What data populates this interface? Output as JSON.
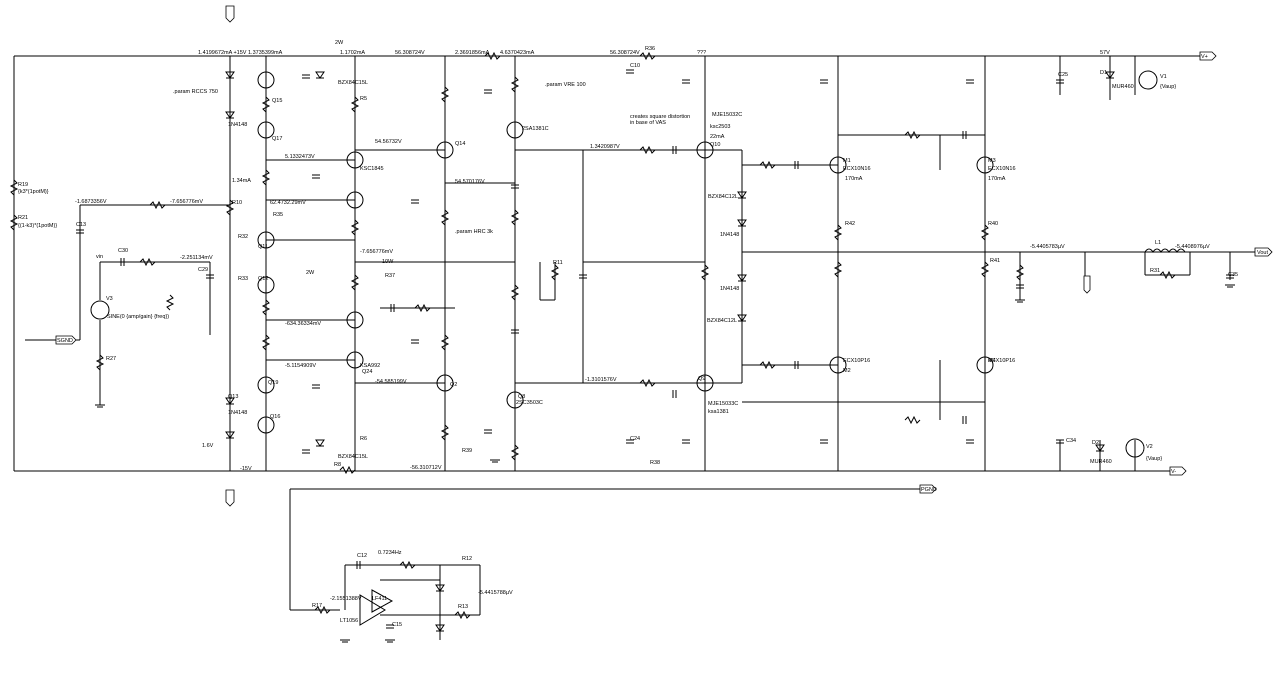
{
  "schematic": {
    "labels": [
      {
        "id": "v_left",
        "text": "1.4199672mA  +15V  1.3735399mA"
      },
      {
        "id": "i_d1",
        "text": "2W"
      },
      {
        "id": "n1",
        "text": "1.1702mA"
      },
      {
        "id": "n2",
        "text": "56.308724V"
      },
      {
        "id": "n3",
        "text": "2.3691856mA"
      },
      {
        "id": "n4",
        "text": "4.6370423mA"
      },
      {
        "id": "n5",
        "text": "56.308724V"
      },
      {
        "id": "r36",
        "text": "R36"
      },
      {
        "id": "q3mark",
        "text": "???"
      },
      {
        "id": "v57",
        "text": "57V"
      },
      {
        "id": "flag_vplus",
        "text": "V+"
      },
      {
        "id": "flag_vminus",
        "text": "V-"
      },
      {
        "id": "flag_vout",
        "text": "Vout"
      },
      {
        "id": "flag_sgnd",
        "text": "SGND"
      },
      {
        "id": "flag_pgnd",
        "text": "PGND"
      },
      {
        "id": "param1",
        "text": ".param RCCS 750"
      },
      {
        "id": "param2",
        "text": ".param VRE 100"
      },
      {
        "id": "param3",
        "text": ".param HRC 3k"
      },
      {
        "id": "note",
        "text": "creates square distortion"
      },
      {
        "id": "note2",
        "text": "in base of VAS"
      },
      {
        "id": "v1",
        "text": "-1.6873356V"
      },
      {
        "id": "v2",
        "text": "-7.656776mV"
      },
      {
        "id": "v3",
        "text": "-2.251134mV"
      },
      {
        "id": "v4",
        "text": "5.1332473V"
      },
      {
        "id": "v5",
        "text": "62.4732.29mV"
      },
      {
        "id": "v6",
        "text": "-7.656776mV"
      },
      {
        "id": "v7",
        "text": "54.56732V"
      },
      {
        "id": "v8",
        "text": "54.570176V"
      },
      {
        "id": "v9",
        "text": "1.3420987V"
      },
      {
        "id": "v10",
        "text": "-634.36334mV"
      },
      {
        "id": "v11",
        "text": "-5.1154909V"
      },
      {
        "id": "v12",
        "text": "-54.585199V"
      },
      {
        "id": "v13",
        "text": "-1.3101576V"
      },
      {
        "id": "v14",
        "text": "-56.310712V"
      },
      {
        "id": "v15",
        "text": "-5.4405783µV"
      },
      {
        "id": "v16",
        "text": "-5.4408976µV"
      },
      {
        "id": "v17",
        "text": "0.7234Hz"
      },
      {
        "id": "v18",
        "text": "-5.4415788µV"
      },
      {
        "id": "v19",
        "text": "-2.1551388V"
      },
      {
        "id": "i1",
        "text": "1.34mA"
      },
      {
        "id": "i2",
        "text": "22mA"
      },
      {
        "id": "i3",
        "text": "170mA"
      },
      {
        "id": "i4",
        "text": "170mA"
      },
      {
        "id": "lf411",
        "text": "LF411"
      },
      {
        "id": "lt1056",
        "text": "LT1056"
      },
      {
        "id": "sine",
        "text": "SINE(0 {amp/gain} {freq})"
      },
      {
        "id": "vaup1",
        "text": "{Vaup}"
      },
      {
        "id": "vaup2",
        "text": "{Vaup}"
      },
      {
        "id": "mur1",
        "text": "MUR460"
      },
      {
        "id": "mur2",
        "text": "MUR460"
      },
      {
        "id": "ecx1",
        "text": "ECX10N16"
      },
      {
        "id": "ecx2",
        "text": "ECX10N16"
      },
      {
        "id": "ecx3",
        "text": "ECX10P16"
      },
      {
        "id": "ecx4",
        "text": "ECX10P16"
      },
      {
        "id": "mje1",
        "text": "MJE15032C"
      },
      {
        "id": "mje2",
        "text": "MJE15033C"
      },
      {
        "id": "ksc",
        "text": "ksc2503"
      },
      {
        "id": "ksa",
        "text": "ksa1381"
      },
      {
        "id": "q14",
        "text": "Q14"
      },
      {
        "id": "q8",
        "text": "Q8"
      },
      {
        "id": "q2",
        "text": "Q2"
      },
      {
        "id": "q10",
        "text": "Q10"
      },
      {
        "id": "q9",
        "text": "Q9"
      },
      {
        "id": "q11",
        "text": "Q11"
      },
      {
        "id": "q12",
        "text": "Q12"
      },
      {
        "id": "q13",
        "text": "Q13"
      },
      {
        "id": "q15",
        "text": "Q15"
      },
      {
        "id": "q16",
        "text": "Q16"
      },
      {
        "id": "q17",
        "text": "Q17"
      },
      {
        "id": "q19",
        "text": "Q19"
      },
      {
        "id": "q24",
        "text": "Q24"
      },
      {
        "id": "qa",
        "text": "KSA992"
      },
      {
        "id": "qb",
        "text": "KSC1845"
      },
      {
        "id": "bzx1",
        "text": "BZX84C15L"
      },
      {
        "id": "bzx2",
        "text": "BZX84C15L"
      },
      {
        "id": "bzx3",
        "text": "BZX84C12L"
      },
      {
        "id": "bzx4",
        "text": "BZX84C12L"
      },
      {
        "id": "n4148a",
        "text": "1N4148"
      },
      {
        "id": "n4148b",
        "text": "1N4148"
      },
      {
        "id": "n4148c",
        "text": "1N4148"
      },
      {
        "id": "n4148d",
        "text": "1N4148"
      },
      {
        "id": "sa",
        "text": "2SA1381C"
      },
      {
        "id": "sc",
        "text": "2SC3503C"
      },
      {
        "id": "m1",
        "text": "M1"
      },
      {
        "id": "m2",
        "text": "M2"
      },
      {
        "id": "m3",
        "text": "M3"
      },
      {
        "id": "m4",
        "text": "M4"
      },
      {
        "id": "l1",
        "text": "L1"
      },
      {
        "id": "r31",
        "text": "R31"
      },
      {
        "id": "r32",
        "text": "R32"
      },
      {
        "id": "r33",
        "text": "R33"
      },
      {
        "id": "r35",
        "text": "R35"
      },
      {
        "id": "r37",
        "text": "R37"
      },
      {
        "id": "r38",
        "text": "R38"
      },
      {
        "id": "r39",
        "text": "R39"
      },
      {
        "id": "r40",
        "text": "R40"
      },
      {
        "id": "r41",
        "text": "R41"
      },
      {
        "id": "r42",
        "text": "R42"
      },
      {
        "id": "r10",
        "text": "R10"
      },
      {
        "id": "r11",
        "text": "R11"
      },
      {
        "id": "r12",
        "text": "R12"
      },
      {
        "id": "r13",
        "text": "R13"
      },
      {
        "id": "r17",
        "text": "R17"
      },
      {
        "id": "r19",
        "text": "R19"
      },
      {
        "id": "r21",
        "text": "R21"
      },
      {
        "id": "r27",
        "text": "R27"
      },
      {
        "id": "r5",
        "text": "R5"
      },
      {
        "id": "r6",
        "text": "R6"
      },
      {
        "id": "r8",
        "text": "R8"
      },
      {
        "id": "c13",
        "text": "C13"
      },
      {
        "id": "c30",
        "text": "C30"
      },
      {
        "id": "c29",
        "text": "C29"
      },
      {
        "id": "c12",
        "text": "C12"
      },
      {
        "id": "c15",
        "text": "C15"
      },
      {
        "id": "c10",
        "text": "C10"
      },
      {
        "id": "c24",
        "text": "C24"
      },
      {
        "id": "c25",
        "text": "C25"
      },
      {
        "id": "c34",
        "text": "C34"
      },
      {
        "id": "c35",
        "text": "C35"
      },
      {
        "id": "v_gen1",
        "text": "V1"
      },
      {
        "id": "v_gen2",
        "text": "V2"
      },
      {
        "id": "v_gen3",
        "text": "V3"
      },
      {
        "id": "d1",
        "text": "D1"
      },
      {
        "id": "d2",
        "text": "D2"
      },
      {
        "id": "r19v",
        "text": "{k3*(1potM)}"
      },
      {
        "id": "r21v",
        "text": "{(1-k3)*(1potM)}"
      },
      {
        "id": "vin",
        "text": "vin"
      },
      {
        "id": "n15v",
        "text": "-15V"
      },
      {
        "id": "w16",
        "text": "1.6V"
      },
      {
        "id": "w2",
        "text": "2W"
      },
      {
        "id": "w10",
        "text": "10W"
      }
    ]
  }
}
